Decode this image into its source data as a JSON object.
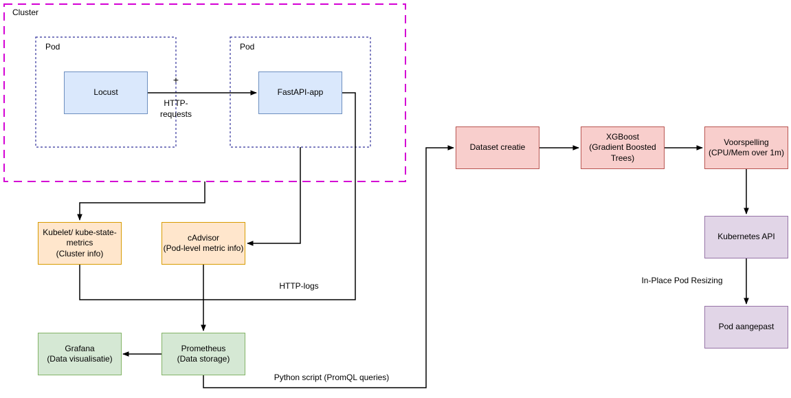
{
  "containers": {
    "cluster": "Cluster",
    "pod_left": "Pod",
    "pod_right": "Pod"
  },
  "nodes": {
    "locust": "Locust",
    "fastapi": "FastAPI-app",
    "kubelet": "Kubelet/ kube-state-\nmetrics\n(Cluster info)",
    "cadvisor": "cAdvisor\n(Pod-level metric info)",
    "grafana": "Grafana\n(Data visualisatie)",
    "prometheus": "Prometheus\n(Data storage)",
    "dataset": "Dataset creatie",
    "xgboost": "XGBoost\n(Gradient Boosted\nTrees)",
    "voorspelling": "Voorspelling\n(CPU/Mem over 1m)",
    "kubernetes_api": "Kubernetes API",
    "pod_aangepast": "Pod aangepast"
  },
  "edge_labels": {
    "plus": "+",
    "http_requests": "HTTP-\nrequests",
    "http_logs": "HTTP-logs",
    "python_script": "Python script (PromQL queries)",
    "in_place": "In-Place Pod Resizing"
  },
  "colors": {
    "cluster_border": "#d400d4",
    "pod_border": "#32329b",
    "blue_fill": "#dae8fc",
    "blue_border": "#6c8ebf",
    "orange_fill": "#ffe6cc",
    "orange_border": "#d79b00",
    "green_fill": "#d5e8d4",
    "green_border": "#82b366",
    "red_fill": "#f8cecc",
    "red_border": "#b85450",
    "purple_fill": "#e1d5e7",
    "purple_border": "#9673a6",
    "edge": "#000000"
  }
}
